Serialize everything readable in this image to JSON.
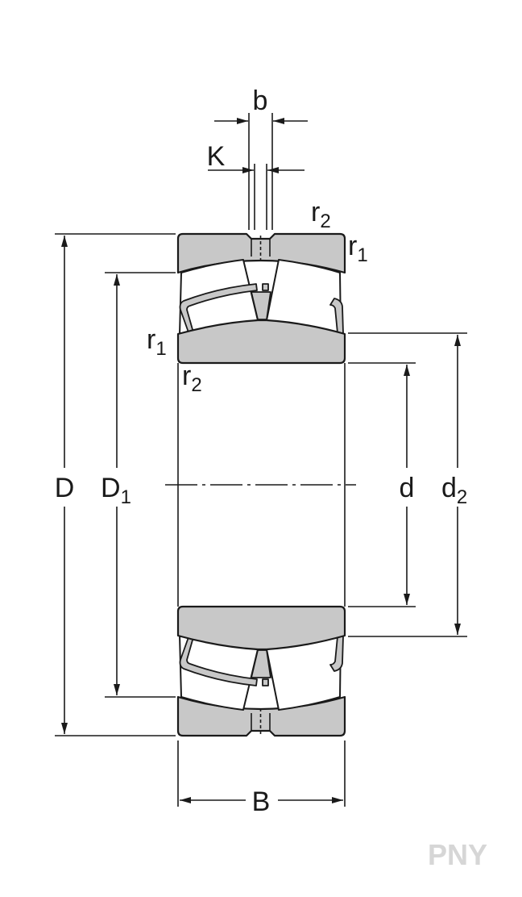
{
  "title": "Spherical roller bearing dimension drawing",
  "labels": {
    "D": "D",
    "D1_main": "D",
    "D1_sub": "1",
    "d": "d",
    "d2_main": "d",
    "d2_sub": "2",
    "B": "B",
    "b": "b",
    "K": "K",
    "r1_main": "r",
    "r1_sub": "1",
    "r2_main": "r",
    "r2_sub": "2"
  },
  "watermark": "PNY",
  "colors": {
    "section_fill": "#c8c8c8",
    "line": "#1a1a1a",
    "watermark": "#d6d6d6"
  }
}
